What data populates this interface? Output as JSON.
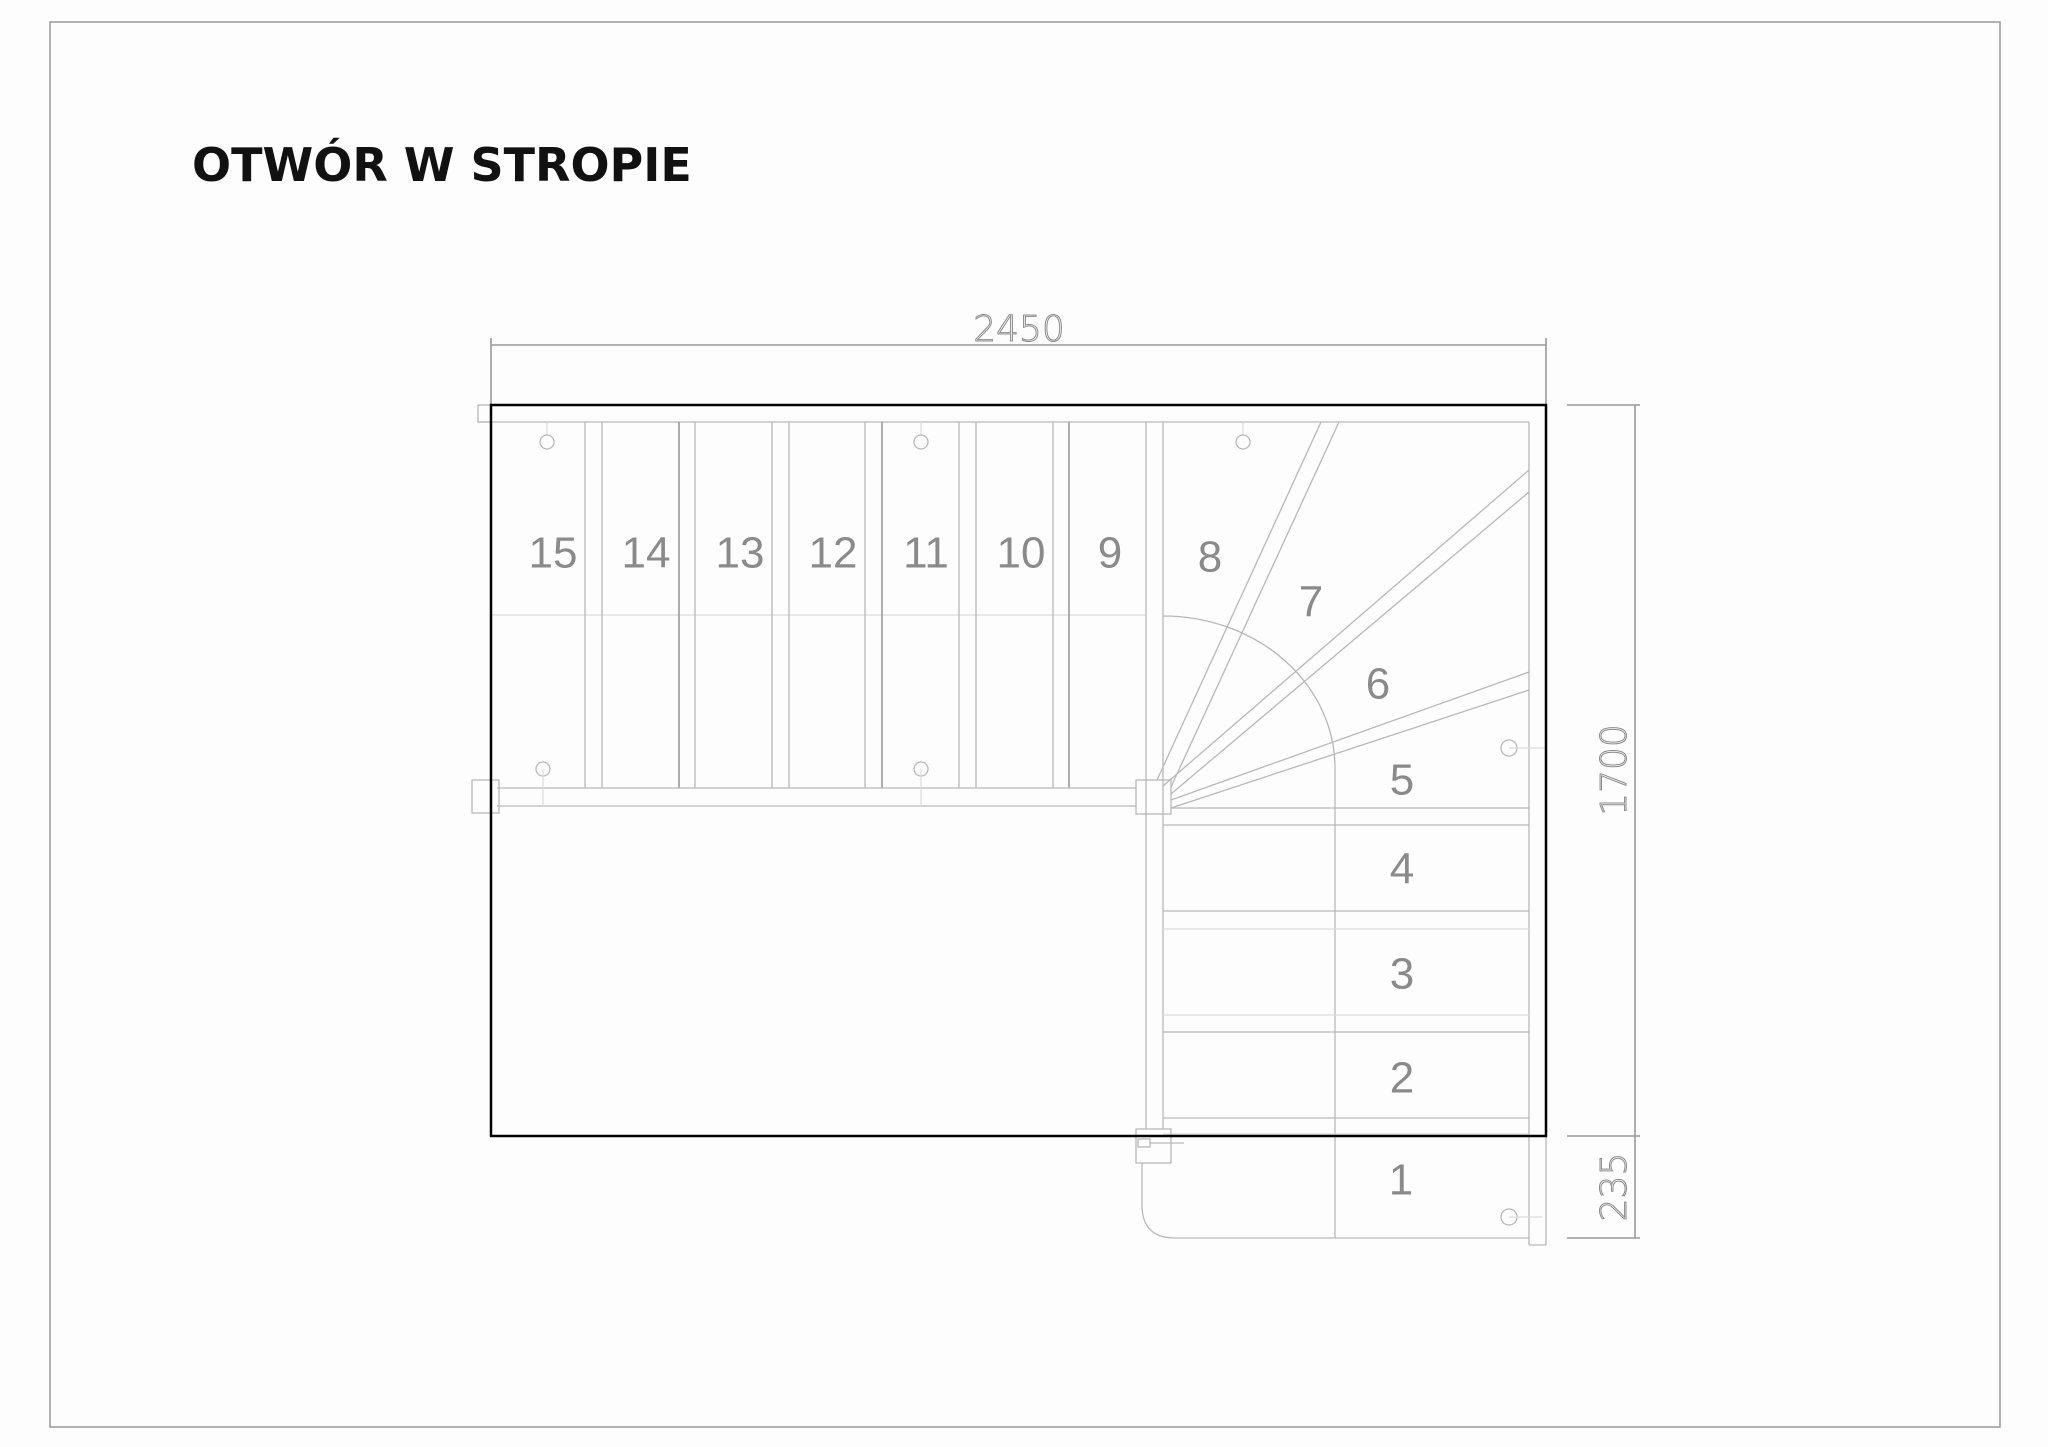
{
  "title": "OTWÓR W STROPIE",
  "dimensions": {
    "width": "2450",
    "height": "1700",
    "extension": "235"
  },
  "steps": [
    "1",
    "2",
    "3",
    "4",
    "5",
    "6",
    "7",
    "8",
    "9",
    "10",
    "11",
    "12",
    "13",
    "14",
    "15"
  ],
  "colors": {
    "outline": "#000000",
    "drawing_lines": "#b8b8b8",
    "step_numbers": "#8a8a8a"
  }
}
